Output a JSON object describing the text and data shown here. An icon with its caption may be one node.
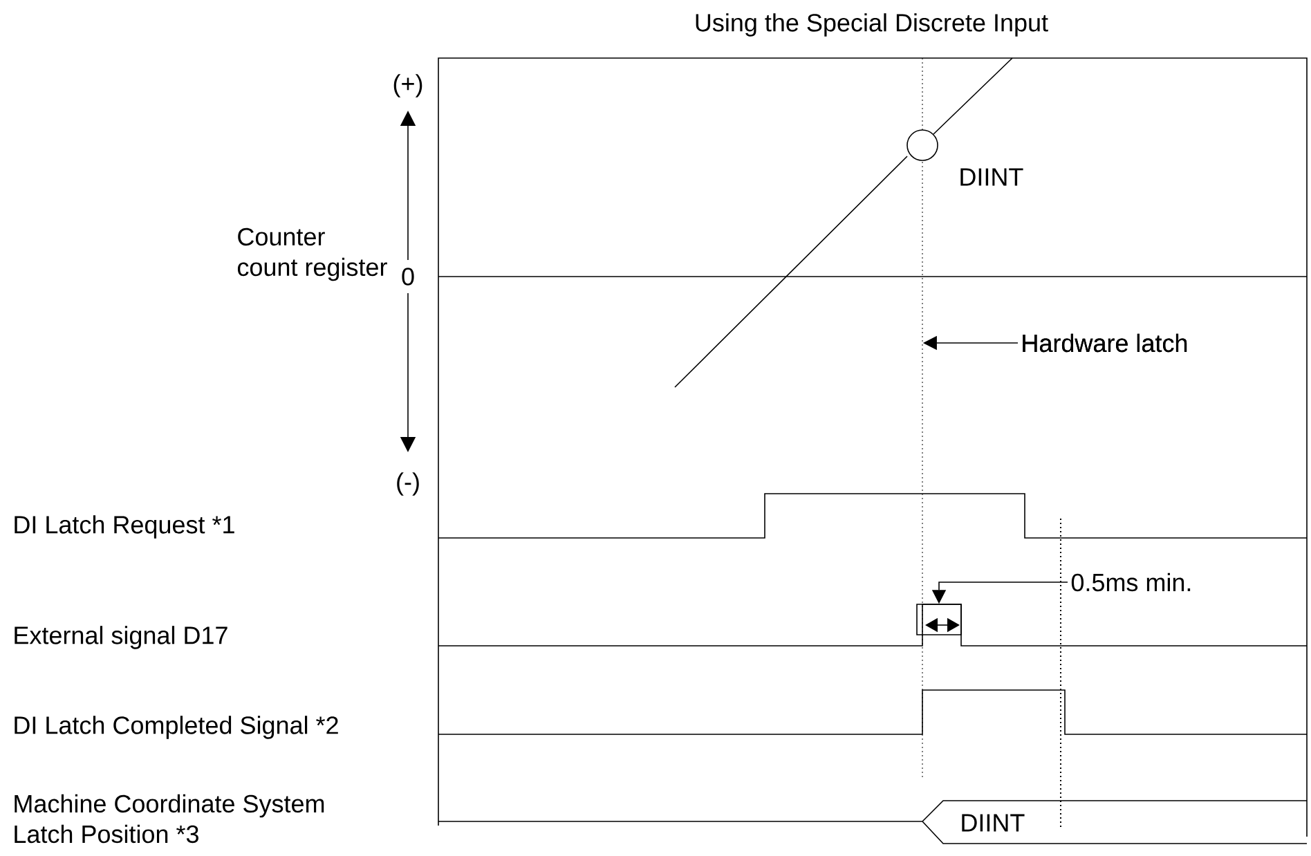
{
  "diagram": {
    "title": "Using the Special Discrete Input",
    "nodes": [
      {
        "text": [
          "Hardware latch"
        ]
      },
      {
        "text": [],
        "shape": "line"
      },
      {
        "text": [
          "0.5ms min."
        ]
      },
      {
        "text": [],
        "shape": "box"
      }
    ],
    "edges": [
      {
        "from": 0,
        "to": 1,
        "arrow": "to"
      },
      {
        "from": 2,
        "to": 3,
        "arrow": "to"
      }
    ],
    "labels": [
      "(+)",
      "Counter count register",
      "0",
      "(-)",
      "DIINT",
      "DI Latch Request *1",
      "External signal D17",
      "DI Latch Completed Signal *2",
      "Machine Coordinate System Latch Position *3",
      "DIINT"
    ]
  }
}
